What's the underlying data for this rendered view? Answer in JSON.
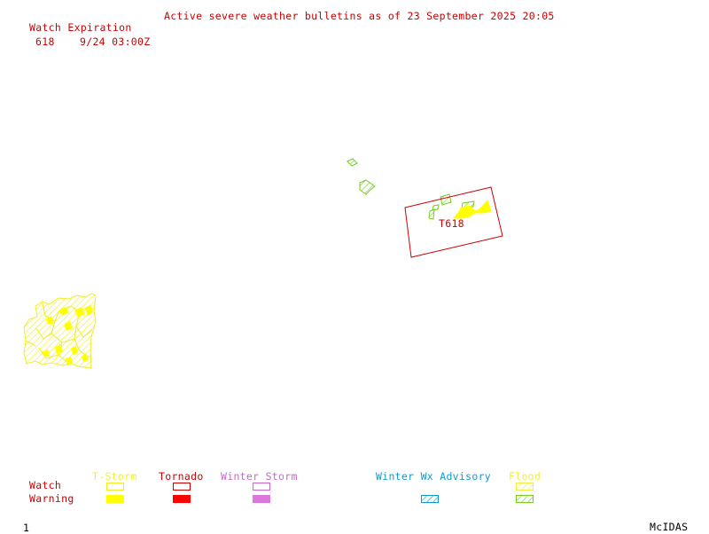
{
  "title": "Active severe weather bulletins as of 23 September 2025 20:05",
  "watch_table": {
    "header": "Watch Expiration",
    "rows": [
      {
        "watch": "618",
        "expiration": "9/24 03:00Z"
      }
    ]
  },
  "watch_box_label": "T618",
  "legend": {
    "row_labels": {
      "watch": "Watch",
      "warning": "Warning"
    },
    "categories": [
      {
        "name": "T-Storm",
        "color": "#ffff00"
      },
      {
        "name": "Tornado",
        "color": "#ff0000"
      },
      {
        "name": "Winter Storm",
        "color": "#dd77dd"
      },
      {
        "name": "Winter Wx Advisory",
        "color": "#1199cc"
      },
      {
        "name": "Flood",
        "color": "#77cc22"
      }
    ]
  },
  "colors": {
    "text": "#cc0000",
    "tstorm": "#ffff00",
    "tornado": "#ff0000",
    "winter_storm": "#dd77dd",
    "winter_advisory": "#1199cc",
    "flood_watch": "#eeee44",
    "flood_warning": "#77cc22"
  },
  "footer": {
    "page": "1",
    "brand": "McIDAS"
  }
}
